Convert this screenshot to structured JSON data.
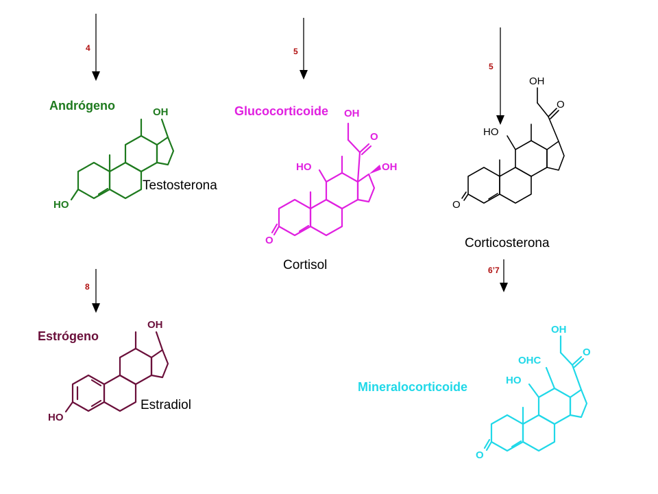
{
  "colors": {
    "androgen": "#1e7a1e",
    "glucocorticoid": "#e020e0",
    "corticosterone": "#000000",
    "estrogen": "#6a0f3a",
    "mineralocorticoid": "#20d8e8",
    "step_label": "#b01010"
  },
  "steps": {
    "testosterone_step": "4",
    "cortisol_step": "5",
    "corticosterone_step": "5",
    "estradiol_step": "8",
    "aldosterone_step": "6ʼ7"
  },
  "testosterone": {
    "class_label": "Andrógeno",
    "name": "Testosterona",
    "oh_top": "OH",
    "ho_ring": "HO"
  },
  "cortisol": {
    "class_label": "Glucocorticoide",
    "name": "Cortisol",
    "oh_chain": "OH",
    "ketone_o": "O",
    "ho_11": "HO",
    "oh_17": "OH",
    "ketone_3": "O"
  },
  "corticosterone": {
    "name": "Corticosterona",
    "oh_chain": "OH",
    "ketone_o": "O",
    "ho_11": "HO",
    "ketone_3": "O"
  },
  "estradiol": {
    "class_label": "Estrógeno",
    "name": "Estradiol",
    "oh_top": "OH",
    "ho_ring": "HO"
  },
  "aldosterone": {
    "class_label": "Mineralocorticoide",
    "oh_chain": "OH",
    "ketone_o": "O",
    "aldehyde": "OHC",
    "ho_11": "HO",
    "ketone_3": "O"
  }
}
